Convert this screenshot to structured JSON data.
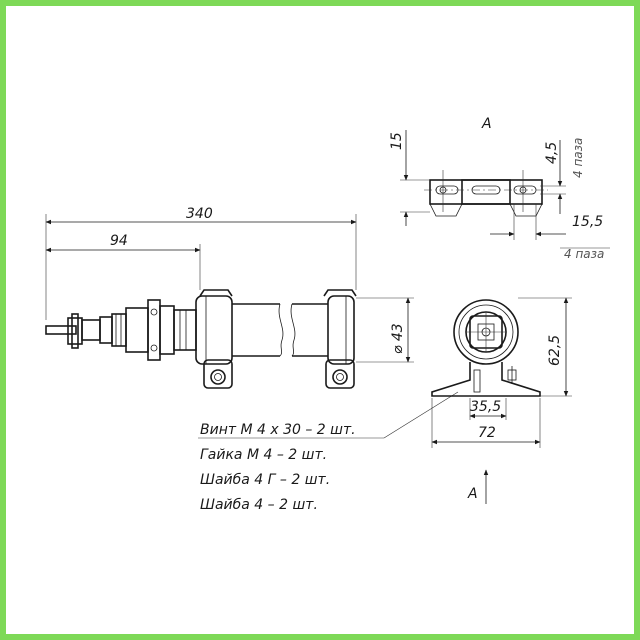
{
  "view_label_top": "А",
  "view_label_bottom": "А",
  "dimensions": {
    "overall_length": "340",
    "flange_offset": "94",
    "diameter": "⌀ 43",
    "height": "62,5",
    "hole_spacing": "35,5",
    "base_width": "72",
    "view_depth": "15",
    "slot_width": "4,5",
    "slot_length": "15,5"
  },
  "slot_count_notes": [
    "4 паза",
    "4 паза"
  ],
  "parts_list": [
    "Винт М 4 х 30 – 2 шт.",
    "Гайка М 4 – 2 шт.",
    "Шайба 4 Г – 2 шт.",
    "Шайба 4 – 2 шт."
  ],
  "colors": {
    "frame": "#7ed957",
    "ink": "#1a1a1a"
  }
}
